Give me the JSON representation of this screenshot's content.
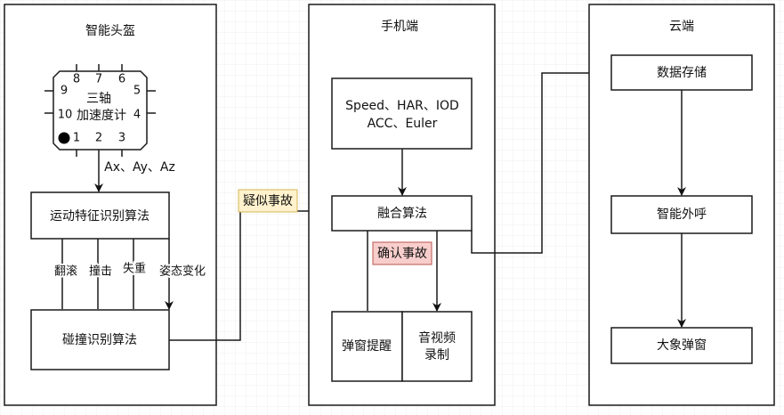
{
  "helmet": {
    "title": "智能头盔",
    "chip_label_1": "三轴",
    "chip_label_2": "加速度计",
    "pins": [
      "1",
      "2",
      "3",
      "4",
      "5",
      "6",
      "7",
      "8",
      "9",
      "10"
    ],
    "output_label": "Ax、Ay、Az",
    "motion_algo": "运动特征识别算法",
    "features": [
      "翻滚",
      "撞击",
      "失重",
      "姿态变化"
    ],
    "collision_algo": "碰撞识别算法"
  },
  "suspected_label": "疑似事故",
  "phone": {
    "title": "手机端",
    "inputs_line1": "Speed、HAR、IOD",
    "inputs_line2": "ACC、Euler",
    "fusion": "融合算法",
    "confirm_label": "确认事故",
    "popup": "弹窗提醒",
    "av_line1": "音视频",
    "av_line2": "录制"
  },
  "cloud": {
    "title": "云端",
    "storage": "数据存储",
    "smart_call": "智能外呼",
    "elephant_popup": "大象弹窗"
  },
  "colors": {
    "suspected_bg": "#fff2cc",
    "suspected_border": "#d6b656",
    "confirm_bg": "#f8cecc",
    "confirm_border": "#b85450"
  }
}
